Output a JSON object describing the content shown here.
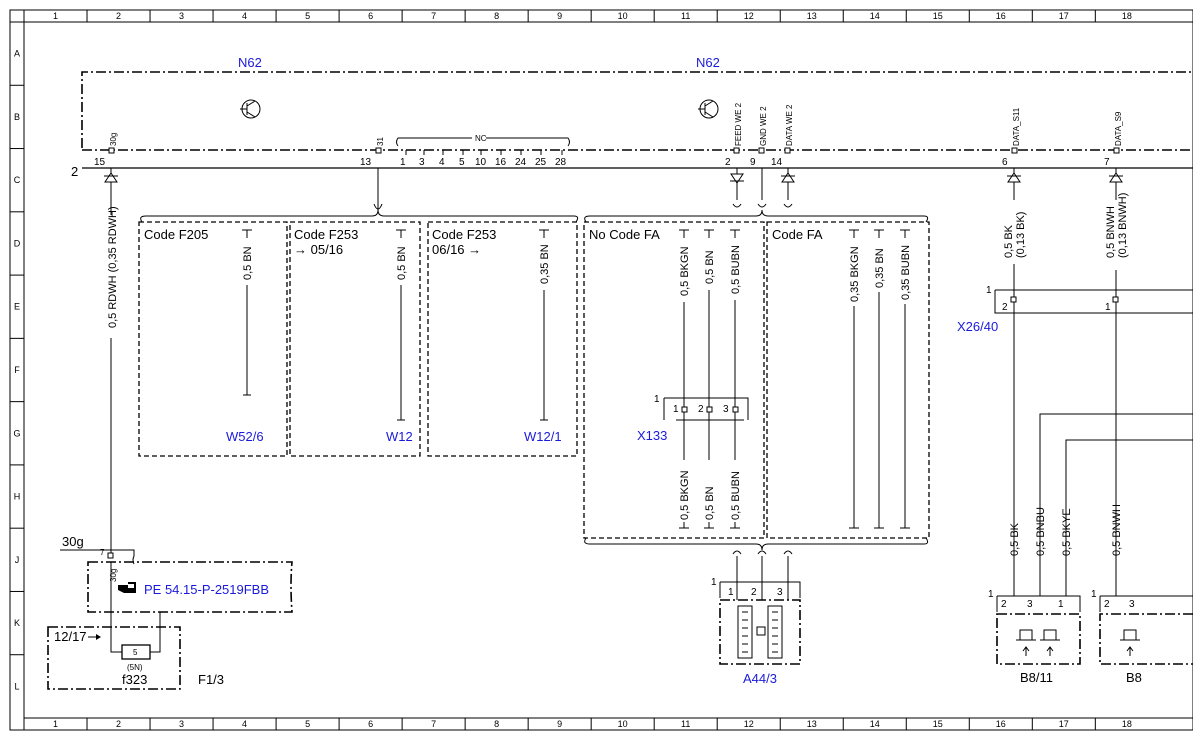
{
  "grid": {
    "columns": [
      "1",
      "2",
      "3",
      "4",
      "5",
      "6",
      "7",
      "8",
      "9",
      "10",
      "11",
      "12",
      "13",
      "14",
      "15",
      "16",
      "17",
      "18"
    ],
    "rows": [
      "A",
      "B",
      "C",
      "D",
      "E",
      "F",
      "G",
      "H",
      "J",
      "K",
      "L"
    ]
  },
  "components": {
    "n62_left": "N62",
    "n62_right": "N62",
    "bus_number": "2",
    "nc_label": "NC",
    "x26_40": "X26/40",
    "x133": "X133",
    "a44_3": "A44/3",
    "b8_11": "B8/11",
    "b8": "B8",
    "f1_3": "F1/3",
    "f323": "f323",
    "w52_6": "W52/6",
    "w12": "W12",
    "w12_1": "W12/1",
    "pe_ref": "PE 54.15-P-2519FBB"
  },
  "pins": {
    "p15": "15",
    "p13": "13",
    "p1": "1",
    "p3": "3",
    "p4": "4",
    "p5": "5",
    "p10": "10",
    "p16": "16",
    "p24": "24",
    "p25": "25",
    "p28": "28",
    "p2": "2",
    "p9": "9",
    "p14": "14",
    "p6": "6",
    "p7": "7"
  },
  "pin_names": {
    "n30g": "30g",
    "n31": "31",
    "feed": "FEED WE 2",
    "gnd": "GND WE 2",
    "data_we": "DATA WE 2",
    "data_s11": "DATA_S11",
    "data_s9": "DATA_S9"
  },
  "codes": {
    "f205": "Code F205",
    "f253a": "Code F253",
    "f253a_sub": "→ 05/16",
    "f253b": "Code F253",
    "f253b_sub": "06/16 →",
    "no_fa": "No Code FA",
    "fa": "Code FA"
  },
  "wires": {
    "w_30g": "0,5 RDWH (0,35 RDWH)",
    "w_bn1": "0,5 BN",
    "w_bn2": "0,5 BN",
    "w_bn3": "0,35 BN",
    "w_bkgn": "0,5 BKGN",
    "w_bn4": "0,5 BN",
    "w_bubn": "0,5 BUBN",
    "w_bkgn_fa": "0,35 BKGN",
    "w_bn_fa": "0,35 BN",
    "w_bubn_fa": "0,35 BUBN",
    "w_bk_top": "0,5 BK",
    "w_bk_top2": "(0,13 BK)",
    "w_bnwh_top": "0,5 BNWH",
    "w_bnwh_top2": "(0,13 BNWH)",
    "w_bkgn_lo": "0,5 BKGN",
    "w_bn_lo": "0,5 BN",
    "w_bubn_lo": "0,5 BUBN",
    "w_bk_lo": "0,5 BK",
    "w_bnbu_lo": "0,5 BNBU",
    "w_bkye_lo": "0,5 BKYE",
    "w_bnwh_lo": "0,5 BNWH"
  },
  "misc": {
    "n30g_left": "30g",
    "n30g_small": "30g",
    "pin7": "7",
    "fuse_5": "5",
    "fuse_5n": "(5N)",
    "ref_12_17": "12/17",
    "x26_c1": "1",
    "x26_p2": "2",
    "x26_p1": "1",
    "x133_c1": "1",
    "x133_p1": "1",
    "x133_p2": "2",
    "x133_p3": "3",
    "a44_c1": "1",
    "a44_p1": "1",
    "a44_p2": "2",
    "a44_p3": "3",
    "b811_c1": "1",
    "b811_p2": "2",
    "b811_p3": "3",
    "b811_p1": "1",
    "b8_c1": "1",
    "b8_p2": "2",
    "b8_p3": "3"
  },
  "colors": {
    "ink": "#000000",
    "ref_blue": "#1a1adc"
  }
}
